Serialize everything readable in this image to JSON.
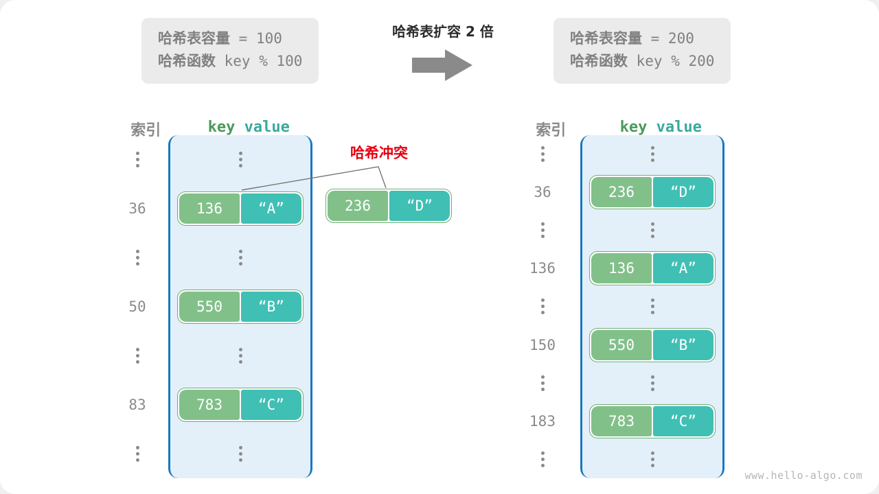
{
  "watermark": "www.hello-algo.com",
  "center": {
    "title": "哈希表扩容 2 倍",
    "arrow_icon": "right-arrow-icon"
  },
  "info_left": {
    "line1_label": "哈希表容量",
    "line1_value": " = 100",
    "line2_label": "哈希函数",
    "line2_value": " key % 100"
  },
  "info_right": {
    "line1_label": "哈希表容量",
    "line1_value": " = 200",
    "line2_label": "哈希函数",
    "line2_value": " key % 200"
  },
  "left_table": {
    "header_index": "索引",
    "header_key": "key",
    "header_value": "value",
    "capacity": 100,
    "rows": [
      {
        "index": "",
        "ellipsis": true,
        "key": "",
        "value": ""
      },
      {
        "index": "36",
        "ellipsis": false,
        "key": "136",
        "value": "“A”"
      },
      {
        "index": "",
        "ellipsis": true,
        "key": "",
        "value": ""
      },
      {
        "index": "50",
        "ellipsis": false,
        "key": "550",
        "value": "“B”"
      },
      {
        "index": "",
        "ellipsis": true,
        "key": "",
        "value": ""
      },
      {
        "index": "83",
        "ellipsis": false,
        "key": "783",
        "value": "“C”"
      },
      {
        "index": "",
        "ellipsis": true,
        "key": "",
        "value": ""
      }
    ]
  },
  "right_table": {
    "header_index": "索引",
    "header_key": "key",
    "header_value": "value",
    "capacity": 200,
    "rows": [
      {
        "index": "",
        "ellipsis": true,
        "key": "",
        "value": ""
      },
      {
        "index": "36",
        "ellipsis": false,
        "key": "236",
        "value": "“D”"
      },
      {
        "index": "",
        "ellipsis": true,
        "key": "",
        "value": ""
      },
      {
        "index": "136",
        "ellipsis": false,
        "key": "136",
        "value": "“A”"
      },
      {
        "index": "",
        "ellipsis": true,
        "key": "",
        "value": ""
      },
      {
        "index": "150",
        "ellipsis": false,
        "key": "550",
        "value": "“B”"
      },
      {
        "index": "",
        "ellipsis": true,
        "key": "",
        "value": ""
      },
      {
        "index": "183",
        "ellipsis": false,
        "key": "783",
        "value": "“C”"
      },
      {
        "index": "",
        "ellipsis": true,
        "key": "",
        "value": ""
      }
    ]
  },
  "collision": {
    "label": "哈希冲突",
    "detached_key": "236",
    "detached_value": "“D”"
  },
  "colors": {
    "key_fill": "#82c08a",
    "value_fill": "#40bfb5",
    "pair_border": "#6fae6f",
    "bucket_bg": "#e3f0fa",
    "bucket_border": "#1878c0",
    "collision_text": "#e60012",
    "info_bg": "#ebebeb",
    "muted_text": "#8a8a8a",
    "header_key": "#4a9a5a",
    "header_value": "#3aa99e",
    "arrow": "#8a8a8a"
  }
}
